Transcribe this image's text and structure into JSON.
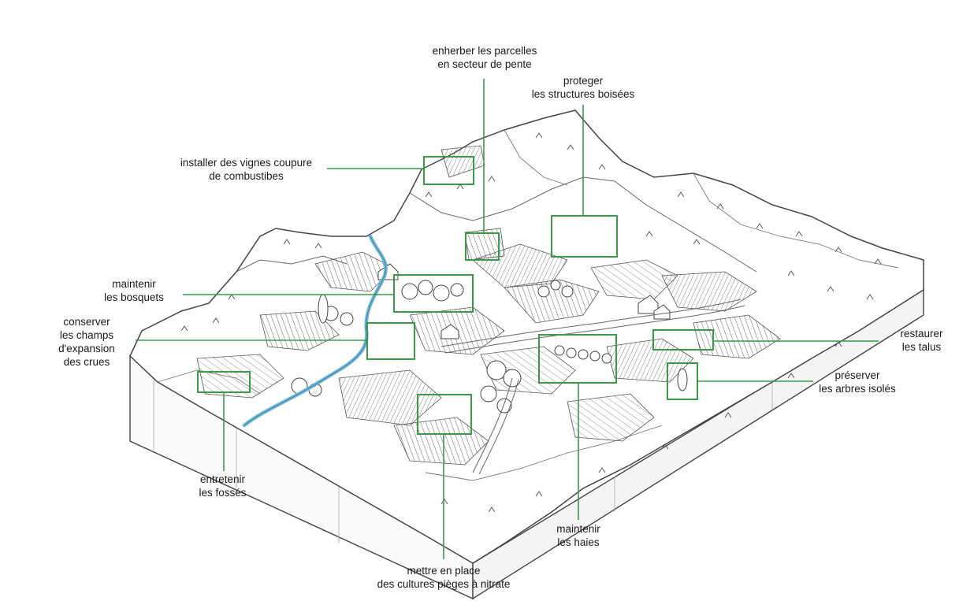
{
  "colors": {
    "callout": "#3a9a4a",
    "river": "#6fb6d6",
    "ink": "#333333",
    "paper": "#ffffff"
  },
  "labels": {
    "enherber": {
      "line1": "enherber les parcelles",
      "line2": "en secteur de pente"
    },
    "proteger": {
      "line1": "proteger",
      "line2": "les structures boisées"
    },
    "vignes": {
      "line1": "installer des vignes coupure",
      "line2": "de combustibes"
    },
    "bosquets": {
      "line1": "maintenir",
      "line2": "les bosquets"
    },
    "crues": {
      "line1": "conserver",
      "line2": "les champs",
      "line3": "d'expansion",
      "line4": "des crues"
    },
    "talus": {
      "line1": "restaurer",
      "line2": "les talus"
    },
    "arbres": {
      "line1": "préserver",
      "line2": "les arbres isolés"
    },
    "fosses": {
      "line1": "entretenir",
      "line2": "les fossés"
    },
    "haies": {
      "line1": "maintenir",
      "line2": "les haies"
    },
    "nitrate": {
      "line1": "mettre en place",
      "line2": "des cultures pièges à nitrate"
    }
  }
}
